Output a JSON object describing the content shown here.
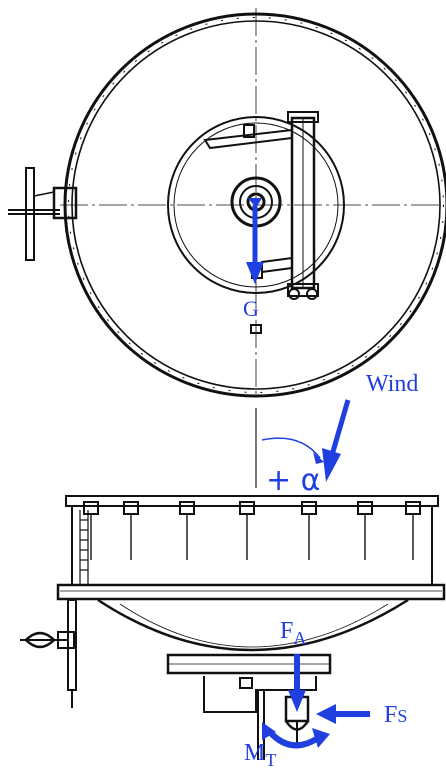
{
  "labels": {
    "gravity": "G",
    "wind": "Wind",
    "angle": "+ α",
    "axial_force_main": "F",
    "axial_force_sub": "A",
    "side_force_main": "F",
    "side_force_sub": "S",
    "torque_main": "M",
    "torque_sub": "T"
  },
  "colors": {
    "force": "#1f3fe0",
    "drawing": "#111111",
    "thin": "#333333"
  }
}
